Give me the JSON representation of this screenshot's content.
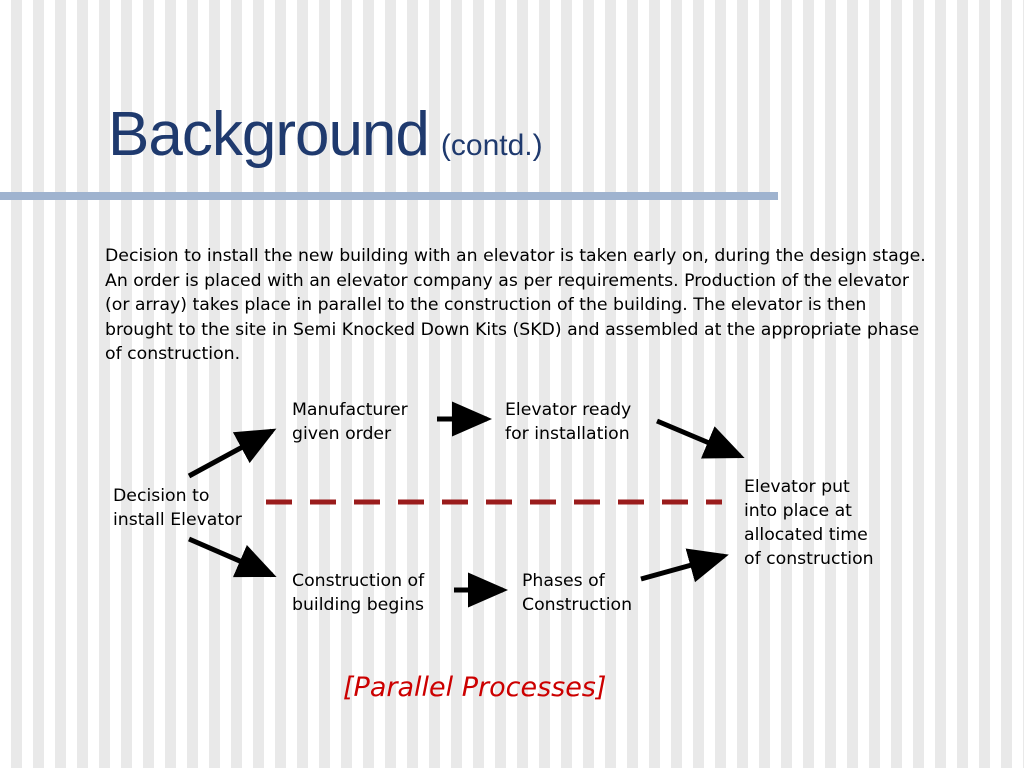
{
  "title": {
    "main": "Background",
    "sub": "(contd.)"
  },
  "body": "Decision to install the new building with an elevator is taken early on, during the design stage. An order is placed with an elevator company as per requirements. Production of the elevator (or array) takes place in parallel to the construction of the building. The elevator is then brought to the site in Semi Knocked Down Kits (SKD) and assembled at the appropriate phase of construction.",
  "diagram": {
    "decision": "Decision to\ninstall Elevator",
    "manufacturer": "Manufacturer\ngiven order",
    "elevator_ready": "Elevator ready\nfor installation",
    "construction_begins": "Construction of\nbuilding begins",
    "phases": "Phases of\nConstruction",
    "elevator_put": "Elevator put\ninto place at\nallocated time\nof construction",
    "caption": "[Parallel Processes]"
  },
  "colors": {
    "title": "#1f3a6e",
    "divider": "#9fb3cf",
    "dashed_line": "#9a1c1c",
    "caption": "#cc0000",
    "arrow": "#000000"
  }
}
